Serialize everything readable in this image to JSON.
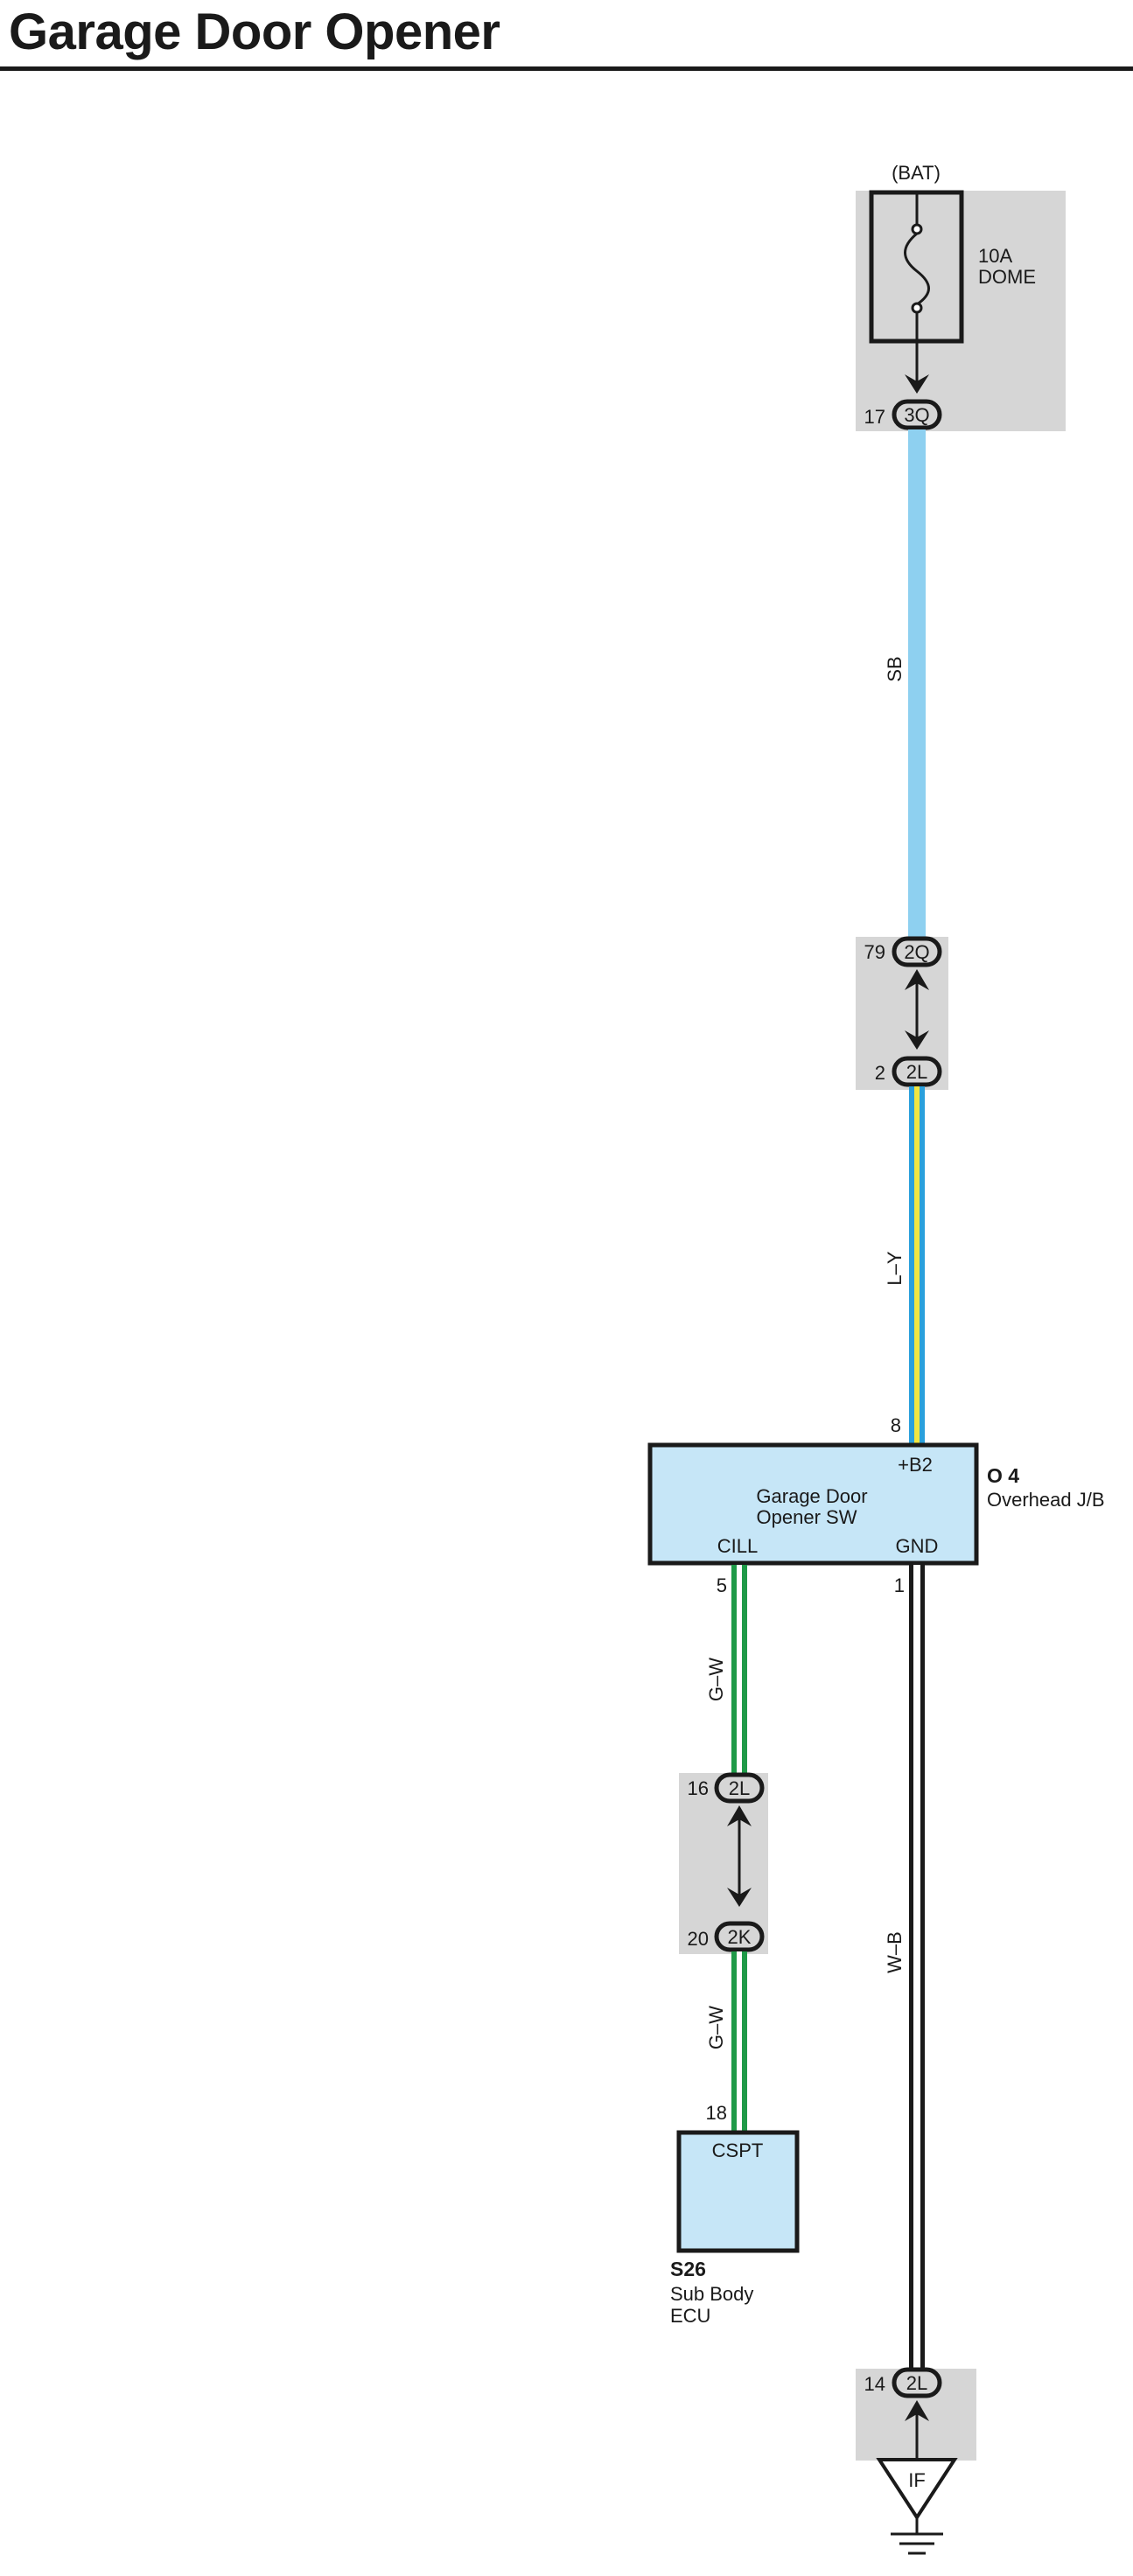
{
  "title": "Garage Door Opener",
  "colors": {
    "wire_sb": "#8ed0f0",
    "wire_ly_blue": "#2aa0dc",
    "wire_ly_yellow": "#f2e640",
    "wire_gw_green": "#1f9a48",
    "wire_wb": "#1a1a1a",
    "component_fill": "#c6e6f7",
    "connector_bg": "#d6d6d6"
  },
  "power": {
    "source": "(BAT)",
    "fuse_rating": "10A",
    "fuse_name": "DOME"
  },
  "connectors": {
    "c1": {
      "pin": "17",
      "code": "3Q"
    },
    "c2": {
      "pin": "79",
      "code": "2Q"
    },
    "c3": {
      "pin": "2",
      "code": "2L"
    },
    "c4": {
      "pin": "16",
      "code": "2L"
    },
    "c5": {
      "pin": "20",
      "code": "2K"
    },
    "c6": {
      "pin": "14",
      "code": "2L"
    }
  },
  "wires": {
    "sb": "SB",
    "ly": "L–Y",
    "gw_upper": "G–W",
    "gw_lower": "G–W",
    "wb": "W–B"
  },
  "switch": {
    "id": "O 4",
    "location": "Overhead J/B",
    "name_line1": "Garage Door",
    "name_line2": "Opener SW",
    "terminal_b2": "+B2",
    "terminal_cill": "CILL",
    "terminal_gnd": "GND",
    "pin_b2": "8",
    "pin_cill": "5",
    "pin_gnd": "1"
  },
  "ecu": {
    "id": "S26",
    "name_line1": "Sub Body",
    "name_line2": "ECU",
    "terminal": "CSPT",
    "pin": "18"
  },
  "ground": {
    "label": "IF"
  }
}
